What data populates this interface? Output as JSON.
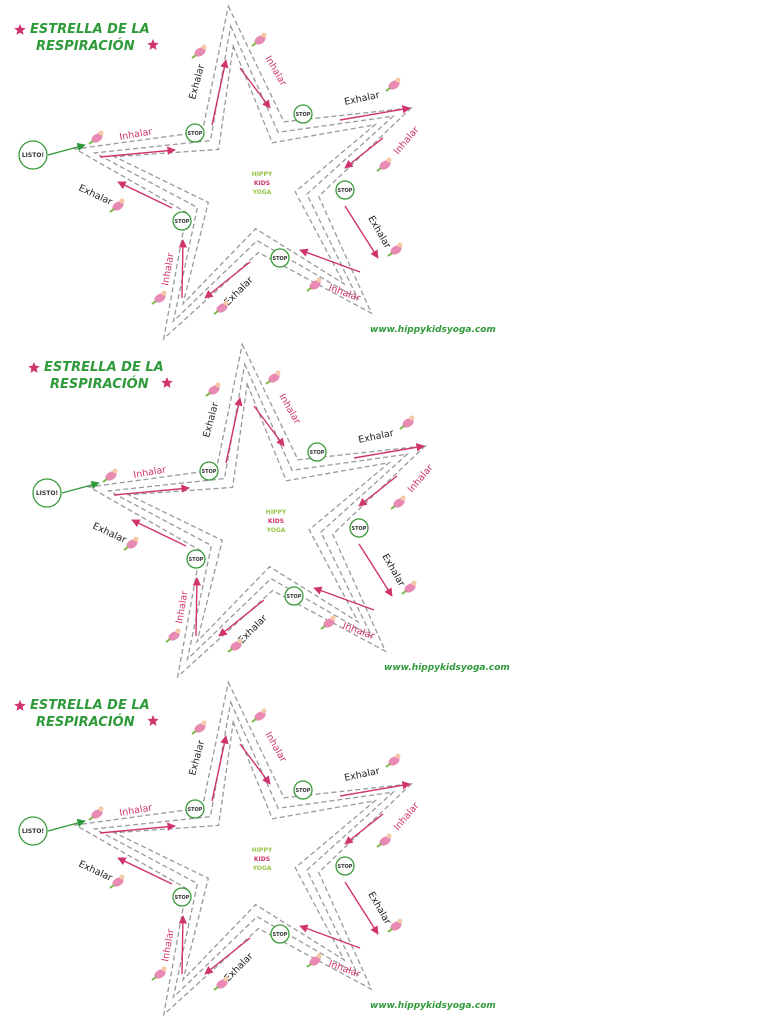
{
  "colors": {
    "title": "#2f9a3a",
    "star_mark": "#d0346e",
    "inhale": "#d0346e",
    "exhale": "#222222",
    "circle": "#3a9a3a",
    "dashed_path": "#9a9a9a",
    "logo_1": "#9bc44a",
    "logo_2": "#d0346e",
    "logo_3": "#9bc44a"
  },
  "icons": {
    "title_star": "star-icon",
    "child": "child-pose-icon"
  },
  "cards": [
    {
      "title_line1": "ESTRELLA DE LA",
      "title_line2": "RESPIRACIÓN",
      "start_label": "LISTO!",
      "stop_label": "STOP",
      "inhale_label": "Inhalar",
      "exhale_label": "Exhalar",
      "logo_lines": [
        "HIPPY",
        "KIDS",
        "YOGA"
      ],
      "url": "www.hippykidsyoga.com"
    },
    {
      "title_line1": "ESTRELLA DE LA",
      "title_line2": "RESPIRACIÓN",
      "start_label": "LISTO!",
      "stop_label": "STOP",
      "inhale_label": "Inhalar",
      "exhale_label": "Exhalar",
      "logo_lines": [
        "HIPPY",
        "KIDS",
        "YOGA"
      ],
      "url": "www.hippykidsyoga.com"
    },
    {
      "title_line1": "ESTRELLA DE LA",
      "title_line2": "RESPIRACIÓN",
      "start_label": "LISTO!",
      "stop_label": "STOP",
      "inhale_label": "Inhalar",
      "exhale_label": "Exhalar",
      "logo_lines": [
        "HIPPY",
        "KIDS",
        "YOGA"
      ],
      "url": "www.hippykidsyoga.com"
    }
  ]
}
